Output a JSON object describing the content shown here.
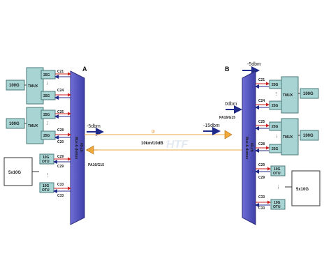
{
  "colors": {
    "mux_fill": "#5a5ac8",
    "mux_stroke": "#2d2d7a",
    "module_fill": "#a8d4d4",
    "module_stroke": "#4a7a7a",
    "client_fill": "#dde6ee",
    "link_line": "#f0b96a",
    "power_arrow": "#1f2a8a",
    "amp_fill": "#f2a93b",
    "arrow_red": "#cc1e1e",
    "arrow_blue": "#1f2a8a"
  },
  "site_a": {
    "label": "A",
    "mux_label": "40-ch\nMux & demux",
    "tmux_groups": [
      {
        "client": "100G",
        "tmux": "TMUX",
        "slots": [
          {
            "rate": "25G",
            "channel": "C21"
          },
          {
            "rate": "25G",
            "channel": "C24"
          }
        ]
      },
      {
        "client": "100G",
        "tmux": "TMUX",
        "slots": [
          {
            "rate": "25G",
            "channel": "C25"
          },
          {
            "rate": "25G",
            "channel": "C28"
          }
        ]
      }
    ],
    "otu_group": {
      "client": "5x10G",
      "slots": [
        {
          "rate": "10G",
          "type": "OTU",
          "channel": "C29"
        },
        {
          "rate": "10G",
          "type": "OTU",
          "channel": "C33"
        }
      ]
    },
    "channel_labels_extra": [
      "C20",
      "C29"
    ],
    "tx_power": "-5dbm",
    "amp_label": "PA16/G15"
  },
  "site_b": {
    "label": "B",
    "mux_label": "40-ch\nMux & demux",
    "tmux_groups": [
      {
        "client": "100G",
        "tmux": "TMUX",
        "slots": [
          {
            "rate": "25G",
            "channel": "C21"
          },
          {
            "rate": "25G",
            "channel": "C24"
          }
        ]
      },
      {
        "client": "100G",
        "tmux": "TMUX",
        "slots": [
          {
            "rate": "25G",
            "channel": "C25"
          },
          {
            "rate": "25G",
            "channel": "C28"
          }
        ]
      }
    ],
    "otu_group": {
      "client": "5x10G",
      "slots": [
        {
          "rate": "10G",
          "type": "OTU",
          "channel": "C29"
        },
        {
          "rate": "10G",
          "type": "OTU",
          "channel": "C33"
        }
      ]
    },
    "top_power": "-5dbm",
    "rx_power": "0dbm",
    "amp_label": "PA16/G15",
    "amp_in_power": "-15dbm"
  },
  "link": {
    "label": "10km/10dB",
    "marker": "③",
    "watermark": "HTF"
  }
}
